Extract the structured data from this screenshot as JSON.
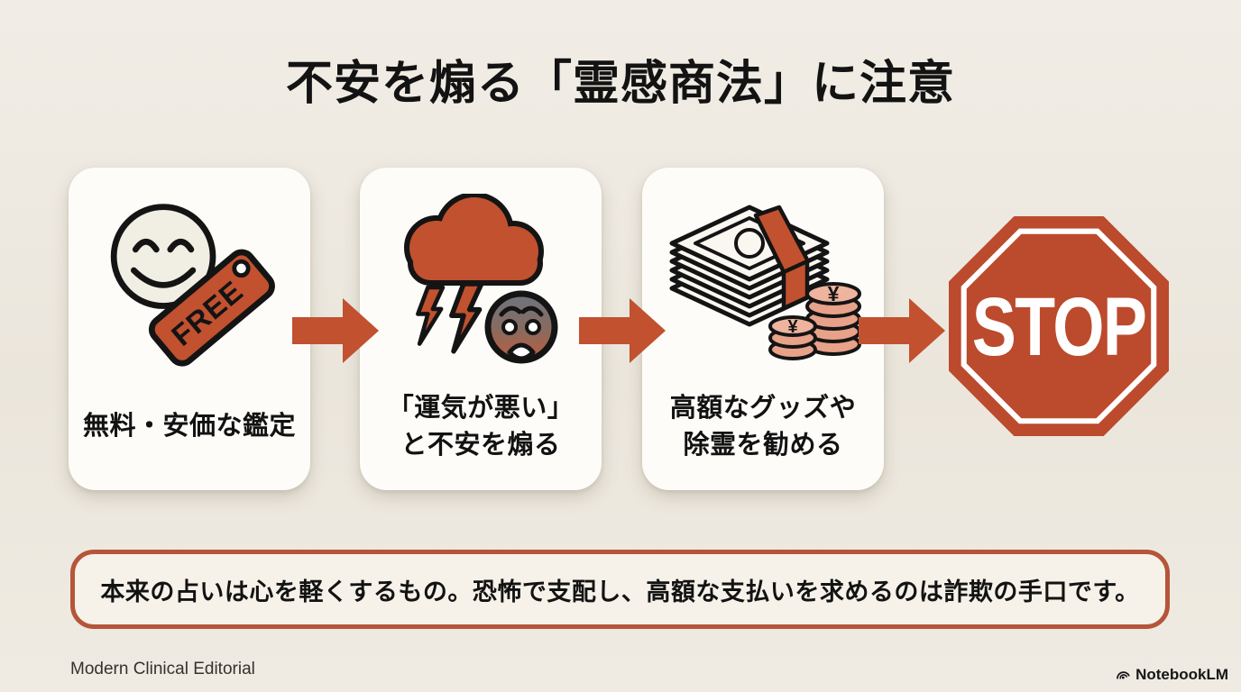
{
  "title": "不安を煽る「霊感商法」に注意",
  "steps": [
    {
      "name": "free-reading",
      "icon": "smiley-free-tag-icon",
      "tag_label": "FREE",
      "lines": [
        "無料・安価な鑑定"
      ]
    },
    {
      "name": "fear-mongering",
      "icon": "storm-cloud-worried-face-icon",
      "lines": [
        "「運気が悪い」",
        "と不安を煽る"
      ]
    },
    {
      "name": "expensive-goods",
      "icon": "money-stack-yen-coins-icon",
      "coin_symbol": "¥",
      "lines": [
        "高額なグッズや",
        "除霊を勧める"
      ]
    }
  ],
  "stop_sign_label": "STOP",
  "warning_note": "本来の占いは心を軽くするもの。恐怖で支配し、高額な支払いを求めるのは詐欺の手口です。",
  "footer": {
    "credit": "Modern Clinical Editorial",
    "brand": "NotebookLM"
  },
  "icons": {
    "flow_arrow": "arrow-right-icon",
    "stop": "stop-octagon-icon",
    "brand": "notebooklm-icon"
  },
  "colors": {
    "accent": "#c1512f",
    "stop_red": "#bc4a2d",
    "background": "#ebe7de",
    "card": "#fdfcf9",
    "note_border": "#b5553a",
    "note_bg": "#f6f2e9",
    "ink": "#141414",
    "coin": "#e7a289",
    "face_cream": "#f1eee4"
  }
}
